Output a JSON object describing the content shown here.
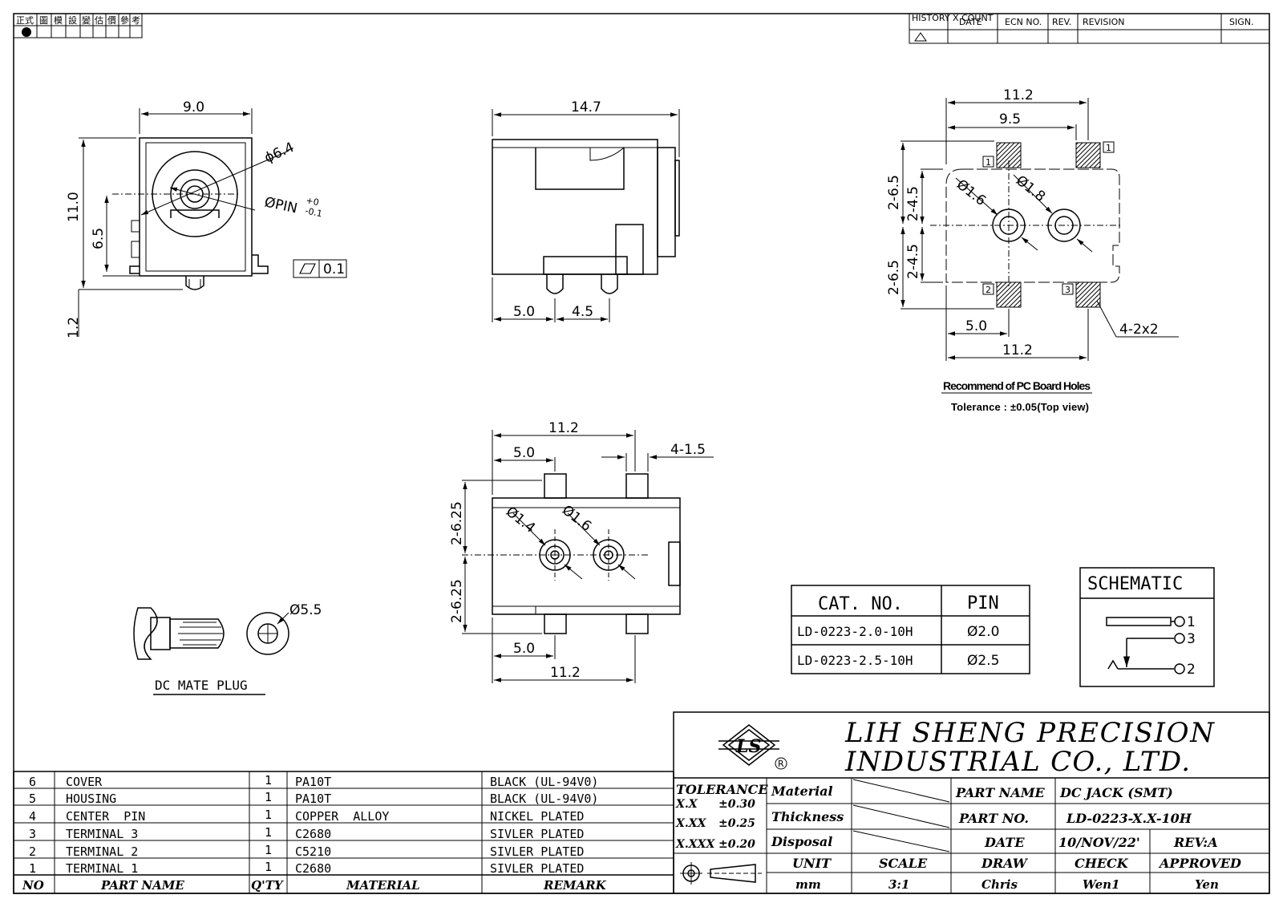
{
  "header": {
    "stamp_chars": [
      "正式",
      "圖",
      "模",
      "設",
      "變",
      "估",
      "價",
      "參",
      "考"
    ],
    "history_label": "HISTORY X COUNT",
    "columns": [
      "DATE",
      "ECN NO.",
      "REV.",
      "REVISION",
      "SIGN."
    ]
  },
  "front_view": {
    "width": "9.0",
    "height": "11.0",
    "center": "6.5",
    "pin_len": "1.2",
    "outer_dia": "ϕ6.4",
    "pin_dia": "ØPIN",
    "pin_tol_plus": "+0",
    "pin_tol_minus": "-0.1",
    "flatness": "0.1"
  },
  "side_view": {
    "length": "14.7",
    "d1": "5.0",
    "d2": "4.5"
  },
  "pcb_view": {
    "w_outer": "11.2",
    "w_inner": "9.5",
    "v1": "2-6.5",
    "v2": "2-4.5",
    "v3": "2-4.5",
    "v4": "2-6.5",
    "hole1": "Ø1.6",
    "hole2": "Ø1.8",
    "bottom1": "5.0",
    "bottom2": "11.2",
    "pads": "4-2x2",
    "pad_labels": [
      "1",
      "1",
      "2",
      "3"
    ],
    "caption": "Recommend of PC Board Holes",
    "tolerance": "Tolerance : ±0.05(Top view)"
  },
  "bottom_view": {
    "top_w": "11.2",
    "top_d": "5.0",
    "pin_w": "4-1.5",
    "v1": "2-6.25",
    "v2": "2-6.25",
    "hole1": "Ø1.4",
    "hole2": "Ø1.6",
    "bot_d": "5.0",
    "bot_w": "11.2"
  },
  "plug": {
    "dia": "Ø5.5",
    "label": "DC MATE PLUG"
  },
  "catalog": {
    "headers": [
      "CAT. NO.",
      "PIN"
    ],
    "rows": [
      [
        "LD-0223-2.0-10H",
        "Ø2.0"
      ],
      [
        "LD-0223-2.5-10H",
        "Ø2.5"
      ]
    ]
  },
  "schematic": {
    "title": "SCHEMATIC",
    "pins": [
      "1",
      "3",
      "2"
    ]
  },
  "bom": {
    "headers": [
      "NO",
      "PART NAME",
      "Q'TY",
      "MATERIAL",
      "REMARK"
    ],
    "rows": [
      [
        "6",
        "COVER",
        "1",
        "PA10T",
        "BLACK (UL-94V0)"
      ],
      [
        "5",
        "HOUSING",
        "1",
        "PA10T",
        "BLACK (UL-94V0)"
      ],
      [
        "4",
        "CENTER  PIN",
        "1",
        "COPPER  ALLOY",
        "NICKEL PLATED"
      ],
      [
        "3",
        "TERMINAL 3",
        "1",
        "C2680",
        "SIVLER PLATED"
      ],
      [
        "2",
        "TERMINAL 2",
        "1",
        "C5210",
        "SIVLER PLATED"
      ],
      [
        "1",
        "TERMINAL 1",
        "1",
        "C2680",
        "SIVLER PLATED"
      ]
    ]
  },
  "title_block": {
    "company_line1": "LIH SHENG PRECISION",
    "company_line2": "INDUSTRIAL CO., LTD.",
    "logo_letters": "LS",
    "logo_reg": "R",
    "tolerance_label": "TOLERANCE",
    "tol_rows": [
      [
        "X.X",
        "±0.30"
      ],
      [
        "X.XX",
        "±0.25"
      ],
      [
        "X.XXX",
        "±0.20"
      ]
    ],
    "material_label": "Material",
    "thickness_label": "Thickness",
    "disposal_label": "Disposal",
    "part_name_label": "PART NAME",
    "part_name": "DC JACK (SMT)",
    "part_no_label": "PART NO.",
    "part_no": "LD-0223-X.X-10H",
    "date_label": "DATE",
    "date": "10/NOV/22'",
    "rev": "REV:A",
    "unit_label": "UNIT",
    "unit": "mm",
    "scale_label": "SCALE",
    "scale": "3:1",
    "draw_label": "DRAW",
    "draw": "Chris",
    "check_label": "CHECK",
    "check": "Wen1",
    "approved_label": "APPROVED",
    "approved": "Yen"
  }
}
